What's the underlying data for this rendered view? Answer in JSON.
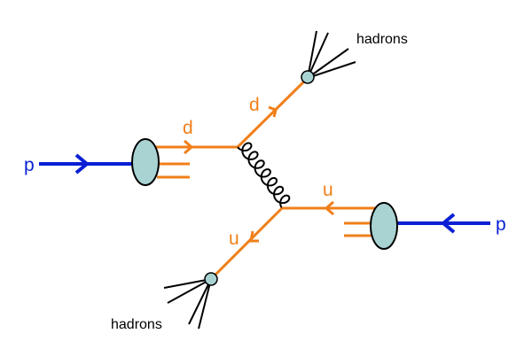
{
  "diagram": {
    "labels": {
      "proton_left": "p",
      "proton_right": "p",
      "quark_d_incoming": "d",
      "quark_d_outgoing": "d",
      "quark_u_incoming": "u",
      "quark_u_outgoing": "u",
      "hadrons_top": "hadrons",
      "hadrons_bottom": "hadrons"
    },
    "colors": {
      "proton": "#0a1fd4",
      "quark": "#f07f19",
      "gluon": "#000000",
      "blob_fill": "#a9d3d3",
      "blob_stroke": "#000000",
      "hadron_jet": "#000000"
    }
  }
}
